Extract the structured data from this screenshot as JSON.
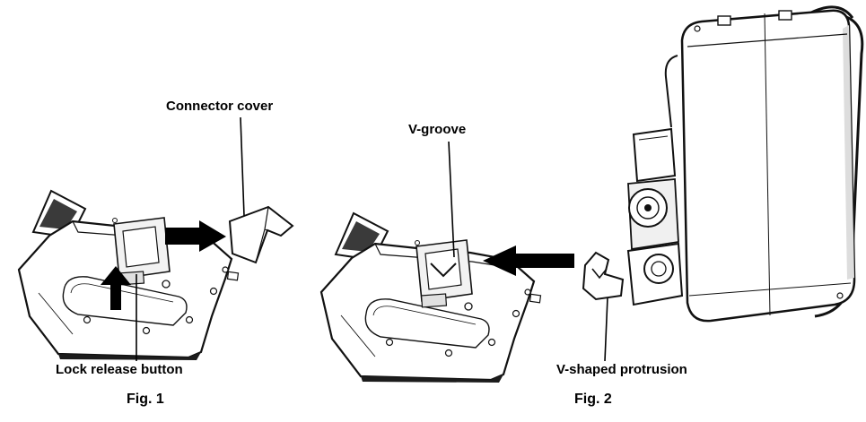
{
  "fig1": {
    "caption": "Fig. 1",
    "labels": {
      "connector_cover": "Connector cover",
      "lock_release_button": "Lock release button"
    }
  },
  "fig2": {
    "caption": "Fig. 2",
    "labels": {
      "v_groove": "V-groove",
      "v_shaped_protrusion": "V-shaped protrusion"
    }
  },
  "colors": {
    "line": "#111111",
    "text": "#000000",
    "arrow": "#000000",
    "background": "#ffffff"
  }
}
